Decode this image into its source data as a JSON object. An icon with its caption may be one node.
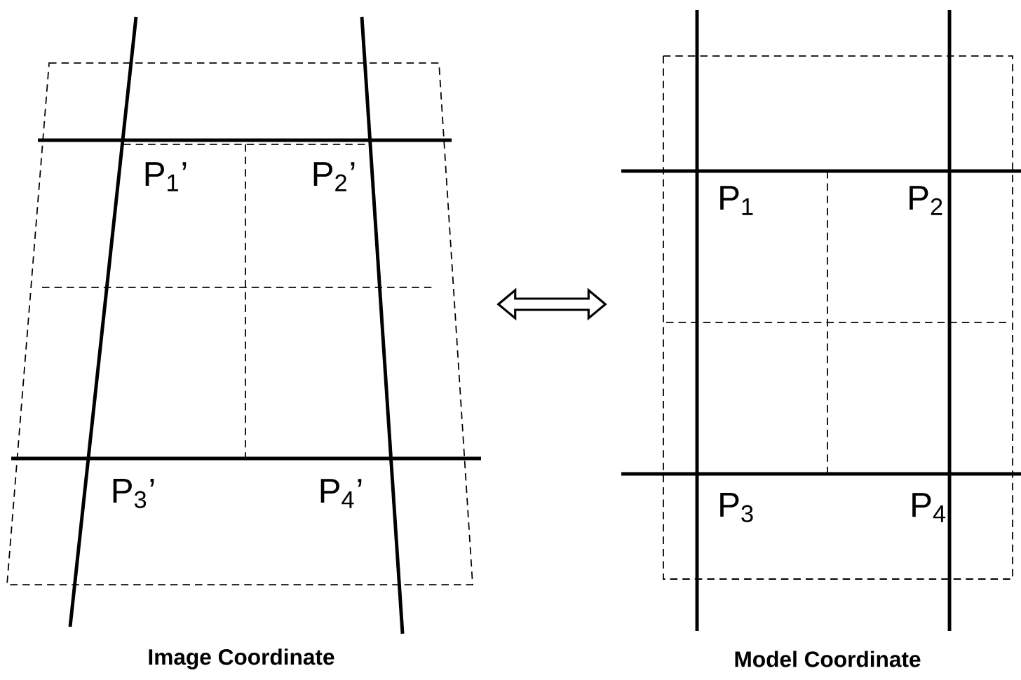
{
  "diagram": {
    "nodes": [
      {
        "text": [
          "Image Coordinate"
        ]
      },
      {
        "text": [
          "Model Coordinate"
        ]
      }
    ],
    "edges": [
      {
        "from": 0,
        "to": 1,
        "arrow": "both"
      }
    ],
    "labels": [
      "P$_{1}$’",
      "P$_{2}$’",
      "P$_{3}$’",
      "P$_{4}$’",
      "P$_{1}$",
      "P$_{2}$",
      "P$_{3}$",
      "P$_{4}$"
    ]
  }
}
